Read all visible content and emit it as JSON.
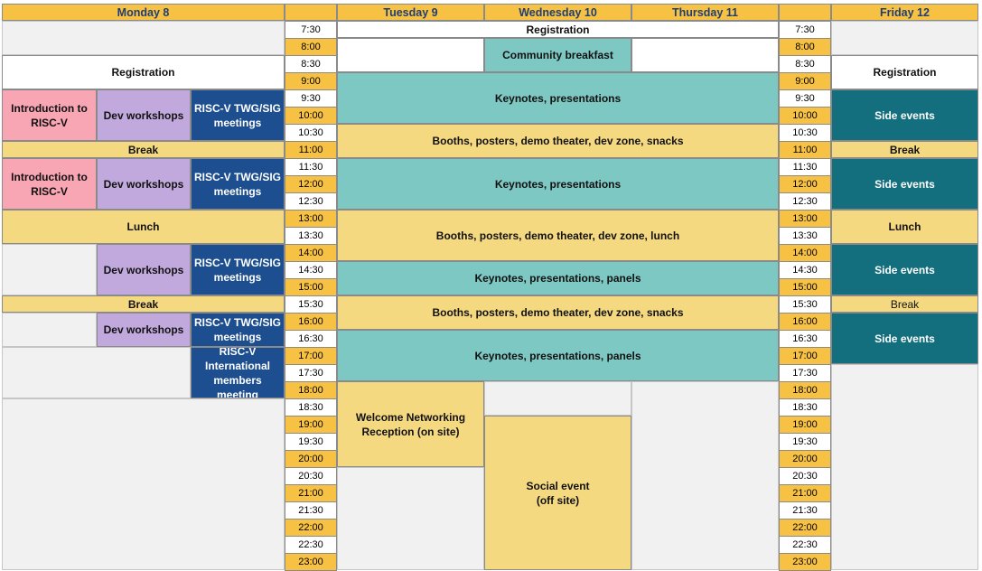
{
  "headers": {
    "monday": "Monday 8",
    "tuesday": "Tuesday 9",
    "wednesday": "Wednesday 10",
    "thursday": "Thursday 11",
    "friday": "Friday 12"
  },
  "times": [
    "7:30",
    "8:00",
    "8:30",
    "9:00",
    "9:30",
    "10:00",
    "10:30",
    "11:00",
    "11:30",
    "12:00",
    "12:30",
    "13:00",
    "13:30",
    "14:00",
    "14:30",
    "15:00",
    "15:30",
    "16:00",
    "16:30",
    "17:00",
    "17:30",
    "18:00",
    "18:30",
    "19:00",
    "19:30",
    "20:00",
    "20:30",
    "21:00",
    "21:30",
    "22:00",
    "22:30",
    "23:00"
  ],
  "monday": {
    "registration": "Registration",
    "intro": "Introduction to RISC-V",
    "dev_workshops": "Dev workshops",
    "twg_sig": "RISC-V TWG/SIG meetings",
    "break": "Break",
    "lunch": "Lunch",
    "international": "RISC-V International members meeting"
  },
  "midweek": {
    "registration": "Registration",
    "breakfast": "Community breakfast",
    "keynotes": "Keynotes, presentations",
    "booths_snacks": "Booths, posters, demo theater, dev zone, snacks",
    "booths_lunch": "Booths, posters, demo theater, dev zone, lunch",
    "keynotes_panels": "Keynotes, presentations, panels",
    "welcome": "Welcome Networking Reception (on site)",
    "social": "Social event (off site)"
  },
  "friday": {
    "registration": "Registration",
    "side_events": "Side events",
    "break": "Break",
    "lunch": "Lunch"
  },
  "colors": {
    "header": "#f7c244",
    "header_text": "#1f3e74",
    "pink": "#f8a5b4",
    "lavender": "#c1a9dd",
    "navy": "#1d4e8f",
    "teal": "#7ec8c4",
    "dark_teal": "#136e7e",
    "sand": "#f5d981",
    "grey": "#f1f1f1"
  }
}
